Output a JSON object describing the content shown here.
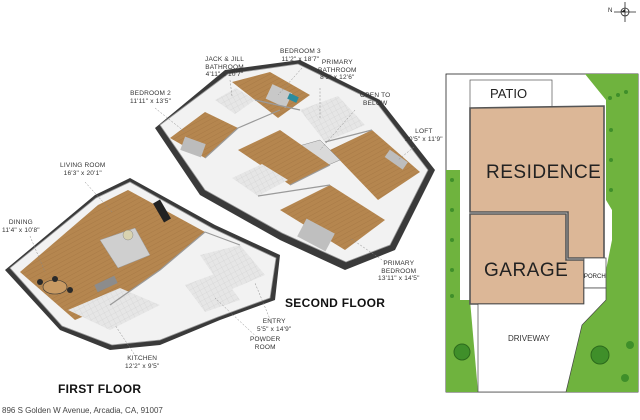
{
  "compass": {
    "north_label": "N"
  },
  "floors": {
    "first": {
      "title": "FIRST FLOOR"
    },
    "second": {
      "title": "SECOND FLOOR"
    }
  },
  "rooms": {
    "bedroom3": {
      "name": "BEDROOM 3",
      "dim": "11'2\" x 18'7\""
    },
    "jack_jill": {
      "name1": "JACK & JILL",
      "name2": "BATHROOM",
      "dim": "4'11\" x 10'7\""
    },
    "primary_bath": {
      "name1": "PRIMARY",
      "name2": "BATHROOM",
      "dim": "8'9\" x 12'6\""
    },
    "bedroom2": {
      "name": "BEDROOM 2",
      "dim": "11'11\" x 13'5\""
    },
    "open_below": {
      "name1": "OPEN TO",
      "name2": "BELOW"
    },
    "loft": {
      "name": "LOFT",
      "dim": "20'5\" x 11'9\""
    },
    "living": {
      "name": "LIVING ROOM",
      "dim": "16'3\" x 20'1\""
    },
    "dining": {
      "name": "DINING",
      "dim": "11'4\" x 10'8\""
    },
    "primary_bed": {
      "name1": "PRIMARY",
      "name2": "BEDROOM",
      "dim": "13'11\" x 14'5\""
    },
    "entry": {
      "name": "ENTRY",
      "dim": "5'5\" x 14'9\""
    },
    "powder": {
      "name1": "POWDER",
      "name2": "ROOM"
    },
    "kitchen": {
      "name": "KITCHEN",
      "dim": "12'2\" x 9'5\""
    }
  },
  "site_plan": {
    "patio": "PATIO",
    "residence": "RESIDENCE",
    "garage": "GARAGE",
    "porch": "PORCH",
    "driveway": "DRIVEWAY"
  },
  "address": "896 S Golden W Avenue, Arcadia, CA, 91007",
  "colors": {
    "floor_wood": "#b5864f",
    "wall": "#f2f2f2",
    "wall_dark": "#3a3a3a",
    "building": "#dcb797",
    "building_stroke": "#555555",
    "grass": "#6fb33e",
    "hedge": "#3f8f2a",
    "line": "#888888"
  }
}
